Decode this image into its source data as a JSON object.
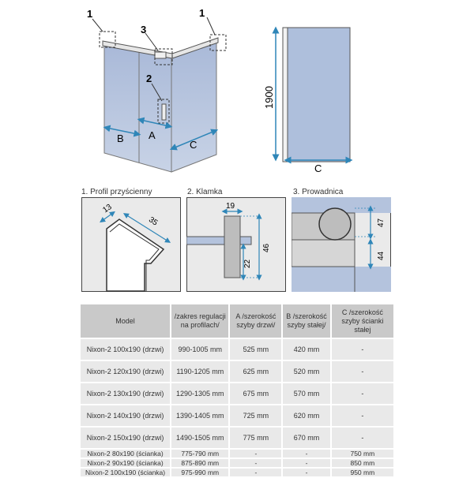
{
  "diagram": {
    "callouts": [
      "1",
      "3",
      "1",
      "2"
    ],
    "dims": {
      "a": "A",
      "b": "B",
      "c": "C",
      "height": "1900",
      "side_width": "C"
    }
  },
  "details": {
    "profile": {
      "title": "1. Profil przyścienny",
      "dim1": "13",
      "dim2": "35"
    },
    "handle": {
      "title": "2. Klamka",
      "dim1": "19",
      "dim2": "46",
      "dim3": "22"
    },
    "guide": {
      "title": "3. Prowadnica",
      "dim1": "47",
      "dim2": "44"
    }
  },
  "table": {
    "headers": {
      "model": "Model",
      "range": "/zakres regulacji na profilach/",
      "a": "A /szerokość szyby drzwi/",
      "b": "B /szerokość szyby stałej/",
      "c": "C /szerokość szyby ścianki stałej"
    },
    "rows": [
      {
        "model": "Nixon-2 100x190 (drzwi)",
        "range": "990-1005 mm",
        "a": "525 mm",
        "b": "420 mm",
        "c": "-"
      },
      {
        "model": "Nixon-2 120x190 (drzwi)",
        "range": "1190-1205 mm",
        "a": "625 mm",
        "b": "520 mm",
        "c": "-"
      },
      {
        "model": "Nixon-2 130x190 (drzwi)",
        "range": "1290-1305 mm",
        "a": "675 mm",
        "b": "570 mm",
        "c": "-"
      },
      {
        "model": "Nixon-2 140x190 (drzwi)",
        "range": "1390-1405 mm",
        "a": "725 mm",
        "b": "620 mm",
        "c": "-"
      },
      {
        "model": "Nixon-2 150x190 (drzwi)",
        "range": "1490-1505 mm",
        "a": "775 mm",
        "b": "670 mm",
        "c": "-"
      },
      {
        "model": "Nixon-2 80x190 (ścianka)",
        "range": "775-790 mm",
        "a": "-",
        "b": "-",
        "c": "750 mm"
      },
      {
        "model": "Nixon-2 90x190 (ścianka)",
        "range": "875-890 mm",
        "a": "-",
        "b": "-",
        "c": "850 mm"
      },
      {
        "model": "Nixon-2 100x190 (ścianka)",
        "range": "975-990 mm",
        "a": "-",
        "b": "-",
        "c": "950 mm"
      }
    ]
  },
  "colors": {
    "glass": "#b4c3dd",
    "dimension": "#2f86b8",
    "table_header": "#c9c9c9",
    "table_cell": "#e9e9e9"
  }
}
